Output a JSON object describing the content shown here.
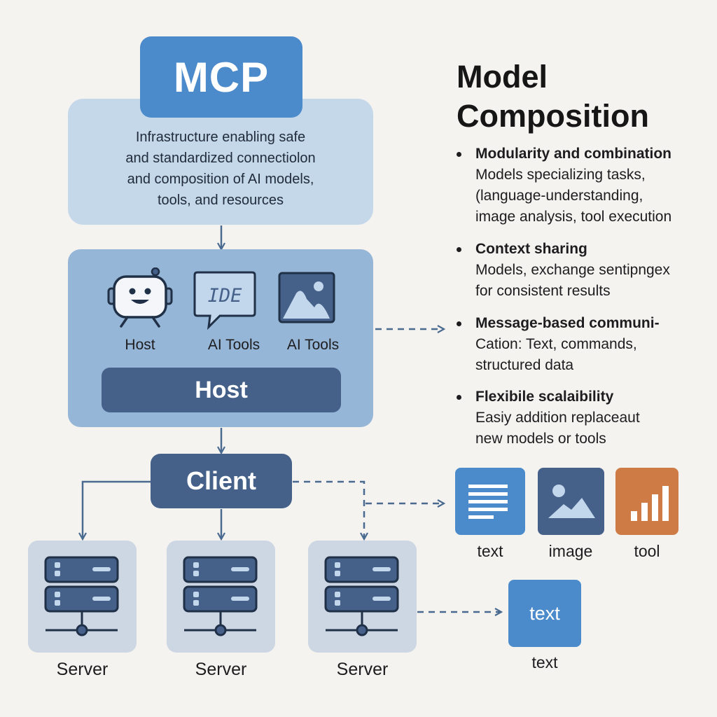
{
  "mcp": {
    "title": "MCP",
    "description_lines": [
      "Infrastructure enabling safe",
      "and standardized connectiolon",
      "and composition of AI models,",
      "tools, and resources"
    ]
  },
  "host_container": {
    "icons": [
      {
        "icon": "robot-icon",
        "label": "Host"
      },
      {
        "icon": "ide-chat-icon",
        "label": "AI Tools",
        "icon_text": "IDE"
      },
      {
        "icon": "image-icon",
        "label": "AI Tools"
      }
    ],
    "bar_label": "Host"
  },
  "client": {
    "label": "Client"
  },
  "servers": [
    {
      "label": "Server",
      "icon": "server-icon"
    },
    {
      "label": "Server",
      "icon": "server-icon"
    },
    {
      "label": "Server",
      "icon": "server-icon"
    }
  ],
  "right_column": {
    "title_lines": [
      "Model",
      "Composition"
    ],
    "bullets": [
      {
        "heading": "Modularity and combination",
        "lines": [
          "Models specializing tasks,",
          "(language-understanding,",
          "image analysis, tool execution"
        ]
      },
      {
        "heading": "Context sharing",
        "lines": [
          "Models, exchange sentipngex",
          "for consistent results"
        ]
      },
      {
        "heading": "Message-based communi-",
        "lines": [
          "Cation: Text, commands,",
          "structured data"
        ]
      },
      {
        "heading": "Flexibile scalaibility",
        "lines": [
          "Easiy addition replaceaut",
          "new models or tools"
        ]
      }
    ]
  },
  "output_tiles": [
    {
      "label": "text",
      "icon": "text-lines-icon",
      "color": "#4b8bcb"
    },
    {
      "label": "image",
      "icon": "image-icon",
      "color": "#45618a"
    },
    {
      "label": "tool",
      "icon": "bar-chart-icon",
      "color": "#cf7b45"
    }
  ],
  "server_output": {
    "tile_text": "text",
    "label": "text",
    "color": "#4b8bcb"
  },
  "colors": {
    "background": "#f5f3f0",
    "light_blue": "#c5d8ea",
    "mid_blue": "#96b6d7",
    "accent_blue": "#4b8bcb",
    "dark_navy": "#45618a",
    "connector": "#4a6a90",
    "orange": "#cf7b45"
  }
}
